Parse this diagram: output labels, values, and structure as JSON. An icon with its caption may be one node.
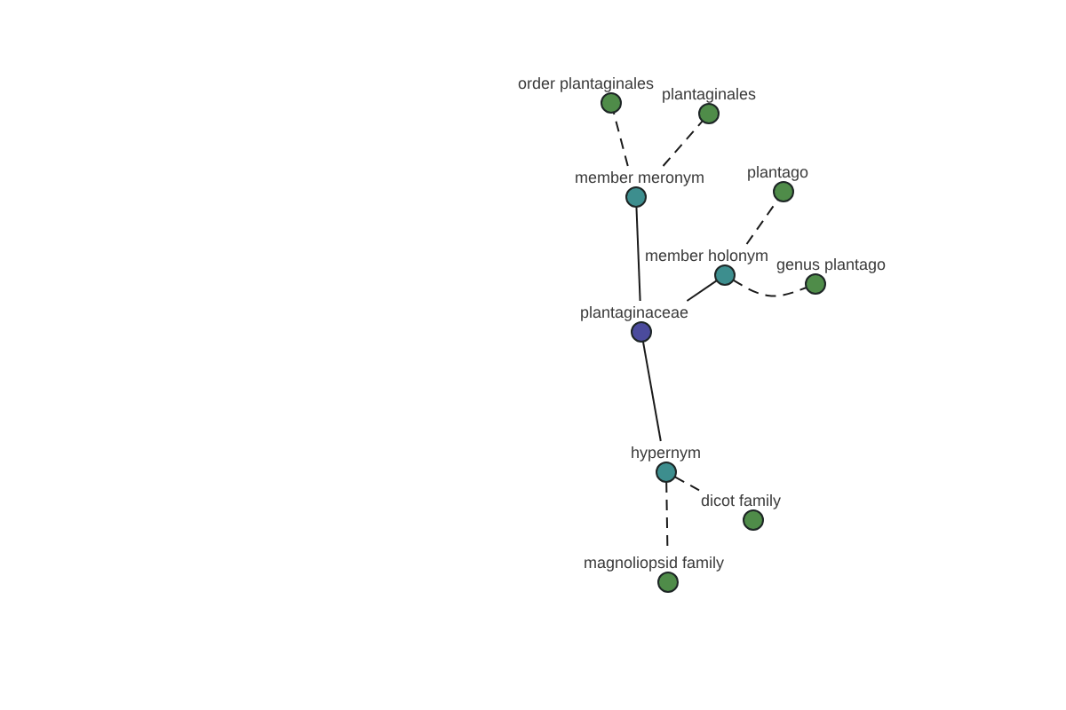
{
  "diagram": {
    "nodes": [
      {
        "text": [
          "order plantaginales"
        ]
      },
      {
        "text": [
          "plantaginales"
        ]
      },
      {
        "text": [
          "member meronym"
        ]
      },
      {
        "text": [
          "plantago"
        ]
      },
      {
        "text": [
          "member holonym"
        ]
      },
      {
        "text": [
          "genus plantago"
        ]
      },
      {
        "text": [
          "plantaginaceae"
        ]
      },
      {
        "text": [
          "hypernym"
        ]
      },
      {
        "text": [
          "dicot family"
        ]
      },
      {
        "text": [
          "magnoliopsid family"
        ]
      }
    ],
    "edges": [
      {
        "from": 6,
        "to": 2,
        "arrow": "none"
      },
      {
        "from": 2,
        "to": 0,
        "arrow": "none",
        "style": "dashed"
      },
      {
        "from": 2,
        "to": 1,
        "arrow": "none",
        "style": "dashed"
      },
      {
        "from": 6,
        "to": 4,
        "arrow": "none"
      },
      {
        "from": 4,
        "to": 3,
        "arrow": "none",
        "style": "dashed"
      },
      {
        "from": 4,
        "to": 5,
        "arrow": "none",
        "style": "dashed"
      },
      {
        "from": 6,
        "to": 7,
        "arrow": "none"
      },
      {
        "from": 7,
        "to": 8,
        "arrow": "none",
        "style": "dashed"
      },
      {
        "from": 7,
        "to": 9,
        "arrow": "none",
        "style": "dashed"
      }
    ]
  }
}
